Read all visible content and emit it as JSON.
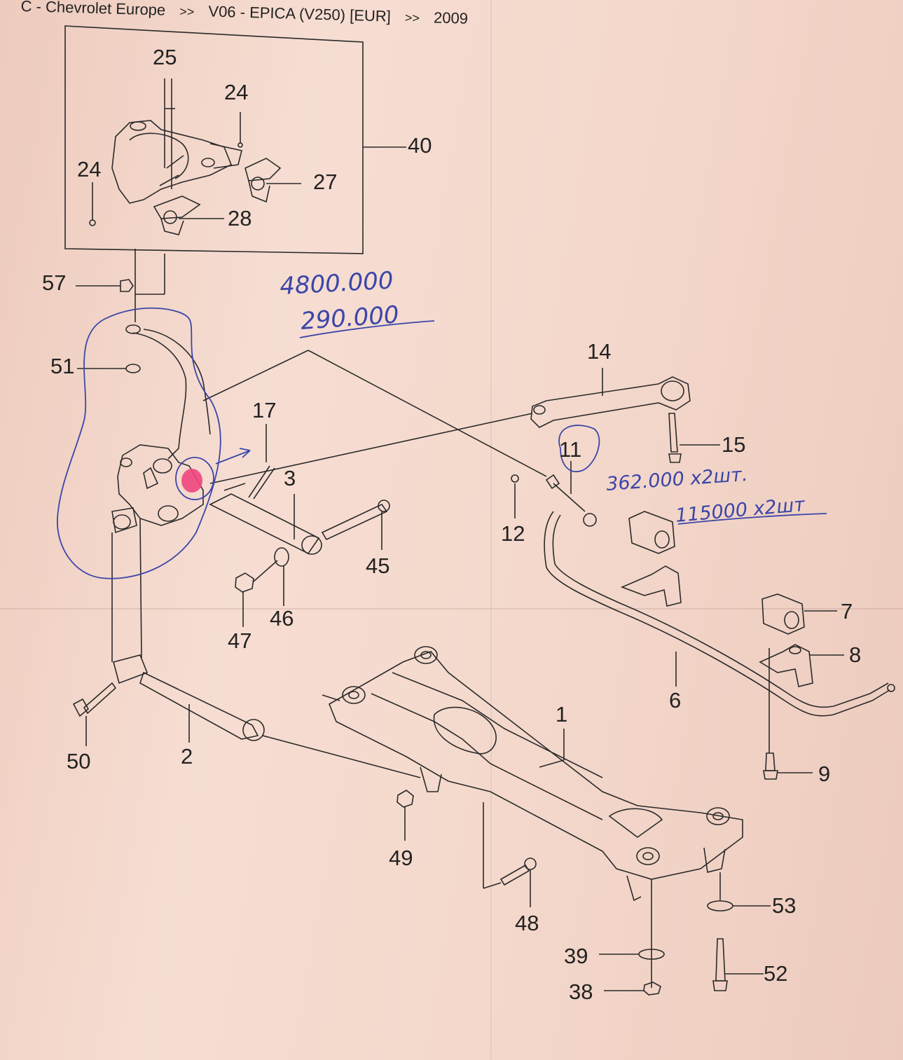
{
  "breadcrumb": {
    "brand": "C - Chevrolet Europe",
    "separator_1": ">>",
    "model": "V06 - EPICA (V250) [EUR]",
    "separator_2": ">>",
    "year": "2009"
  },
  "callouts": {
    "c1": "1",
    "c2": "2",
    "c3": "3",
    "c6": "6",
    "c7": "7",
    "c8": "8",
    "c9": "9",
    "c11": "11",
    "c12": "12",
    "c14": "14",
    "c15": "15",
    "c17": "17",
    "c24a": "24",
    "c24b": "24",
    "c25": "25",
    "c27": "27",
    "c28": "28",
    "c38": "38",
    "c39": "39",
    "c40": "40",
    "c45": "45",
    "c46": "46",
    "c47": "47",
    "c48": "48",
    "c49": "49",
    "c50": "50",
    "c51": "51",
    "c52": "52",
    "c53": "53",
    "c57": "57"
  },
  "handwritten": {
    "price_1": "4800.000",
    "price_2": "290.000",
    "price_3": "362.000 x2шт.",
    "price_4": "115000 x2шт"
  },
  "colors": {
    "paper": "#f4d8cc",
    "ink": "#222222",
    "pen": "#3b46a8",
    "highlight": "#f0457e"
  }
}
